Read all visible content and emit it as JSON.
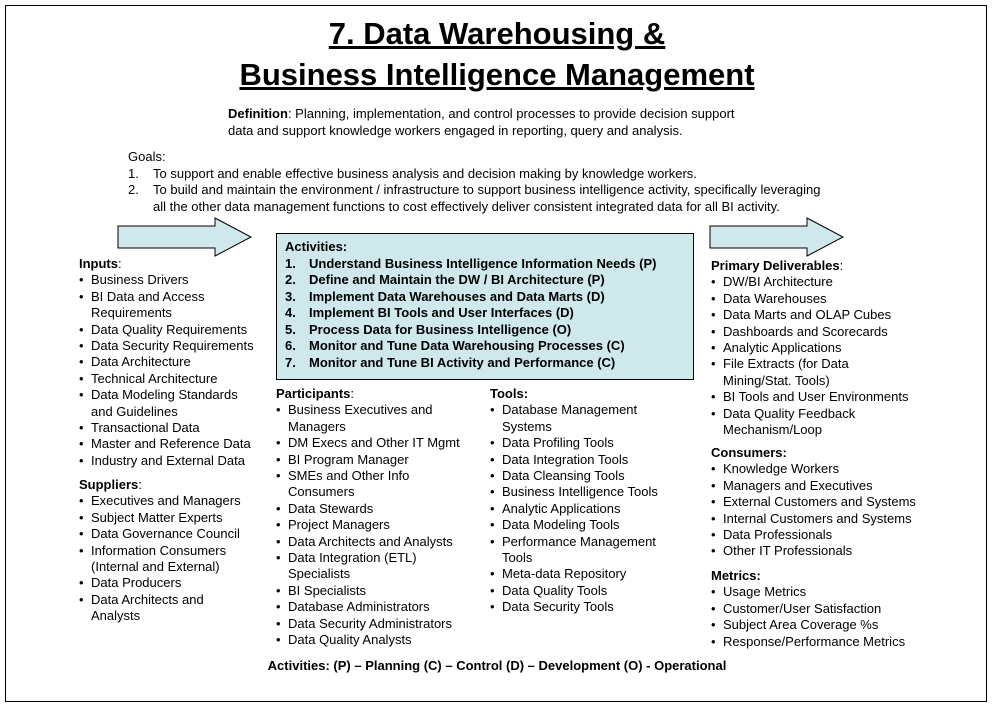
{
  "title_line1": "7. Data Warehousing &",
  "title_line2": "Business Intelligence Management",
  "definition": {
    "label": "Definition",
    "line1": ": Planning, implementation, and control processes to provide decision support",
    "line2": "data and support knowledge workers engaged in reporting, query and analysis."
  },
  "goals": {
    "label": "Goals",
    "items": [
      {
        "num": "1.",
        "lines": [
          "To support and enable effective business analysis and decision making by knowledge workers."
        ]
      },
      {
        "num": "2.",
        "lines": [
          "To build and maintain the environment / infrastructure to support business intelligence activity, specifically leveraging",
          "all the other data management functions to cost effectively deliver consistent integrated data for all BI activity."
        ]
      }
    ]
  },
  "activities": {
    "label": "Activities:",
    "items": [
      {
        "num": "1.",
        "text": "Understand Business Intelligence Information Needs (P)"
      },
      {
        "num": "2.",
        "text": "Define and Maintain the DW / BI Architecture (P)"
      },
      {
        "num": "3.",
        "text": "Implement Data Warehouses and Data Marts (D)"
      },
      {
        "num": "4.",
        "text": "Implement BI Tools and User Interfaces (D)"
      },
      {
        "num": "5.",
        "text": "Process Data for Business Intelligence (O)"
      },
      {
        "num": "6.",
        "text": "Monitor and Tune Data Warehousing Processes (C)"
      },
      {
        "num": "7.",
        "text": "Monitor and Tune BI Activity and Performance (C)"
      }
    ]
  },
  "inputs": {
    "label": "Inputs",
    "items": [
      [
        "Business Drivers"
      ],
      [
        "BI Data and Access",
        "Requirements"
      ],
      [
        "Data Quality Requirements"
      ],
      [
        "Data Security Requirements"
      ],
      [
        "Data Architecture"
      ],
      [
        "Technical Architecture"
      ],
      [
        "Data Modeling Standards",
        "and Guidelines"
      ],
      [
        "Transactional Data"
      ],
      [
        "Master and Reference Data"
      ],
      [
        "Industry and External Data"
      ]
    ]
  },
  "suppliers": {
    "label": "Suppliers",
    "items": [
      [
        "Executives and Managers"
      ],
      [
        "Subject Matter Experts"
      ],
      [
        "Data Governance Council"
      ],
      [
        "Information Consumers",
        "(Internal and External)"
      ],
      [
        "Data Producers"
      ],
      [
        "Data Architects and",
        "Analysts"
      ]
    ]
  },
  "participants": {
    "label": "Participants",
    "items": [
      [
        "Business Executives and",
        "Managers"
      ],
      [
        "DM Execs and Other IT Mgmt"
      ],
      [
        "BI Program Manager"
      ],
      [
        "SMEs and Other Info",
        "Consumers"
      ],
      [
        "Data Stewards"
      ],
      [
        "Project Managers"
      ],
      [
        "Data Architects and Analysts"
      ],
      [
        "Data Integration (ETL)",
        "Specialists"
      ],
      [
        "BI Specialists"
      ],
      [
        "Database Administrators"
      ],
      [
        "Data Security Administrators"
      ],
      [
        "Data Quality Analysts"
      ]
    ]
  },
  "tools": {
    "label": "Tools:",
    "items": [
      [
        "Database Management",
        "Systems"
      ],
      [
        "Data Profiling Tools"
      ],
      [
        "Data Integration Tools"
      ],
      [
        "Data Cleansing Tools"
      ],
      [
        "Business Intelligence Tools"
      ],
      [
        "Analytic Applications"
      ],
      [
        "Data Modeling Tools"
      ],
      [
        "Performance Management",
        "Tools"
      ],
      [
        "Meta-data Repository"
      ],
      [
        "Data Quality Tools"
      ],
      [
        "Data Security Tools"
      ]
    ]
  },
  "deliverables": {
    "label": "Primary Deliverables",
    "items": [
      [
        "DW/BI Architecture"
      ],
      [
        "Data Warehouses"
      ],
      [
        "Data Marts and OLAP Cubes"
      ],
      [
        "Dashboards and Scorecards"
      ],
      [
        "Analytic Applications"
      ],
      [
        "File Extracts (for Data",
        "Mining/Stat. Tools)"
      ],
      [
        "BI Tools and User Environments"
      ],
      [
        "Data Quality Feedback",
        "Mechanism/Loop"
      ]
    ]
  },
  "consumers": {
    "label": "Consumers:",
    "items": [
      [
        "Knowledge Workers"
      ],
      [
        "Managers and Executives"
      ],
      [
        "External Customers and Systems"
      ],
      [
        "Internal Customers and Systems"
      ],
      [
        "Data Professionals"
      ],
      [
        "Other IT Professionals"
      ]
    ]
  },
  "metrics": {
    "label": "Metrics:",
    "items": [
      [
        "Usage Metrics"
      ],
      [
        "Customer/User Satisfaction"
      ],
      [
        "Subject Area Coverage %s"
      ],
      [
        "Response/Performance Metrics"
      ]
    ]
  },
  "legend": "Activities: (P) – Planning  (C) – Control  (D) – Development   (O) - Operational",
  "colors": {
    "activities_fill": "#cfe8ec",
    "arrow_fill": "#cfe8ec"
  }
}
